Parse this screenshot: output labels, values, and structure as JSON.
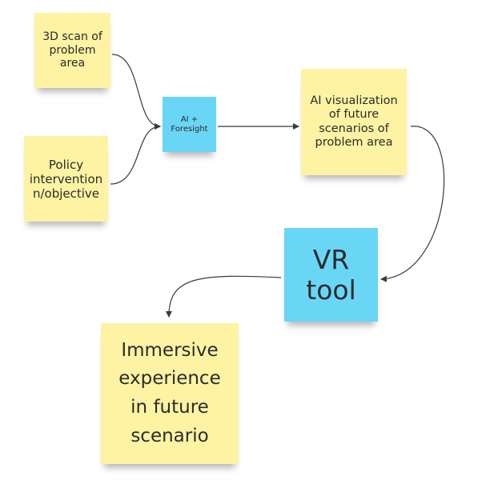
{
  "diagram": {
    "notes": {
      "scan": "3D scan of\nproblem\narea",
      "policy": "Policy\nintervention\nn/objective",
      "ai": "AI +\nForesight",
      "visualization": "AI visualization\nof future\nscenarios of\nproblem area",
      "vr": "VR\ntool",
      "immersive": "Immersive\nexperience\nin future\nscenario"
    },
    "colors": {
      "yellow_note": "#fdf3a3",
      "blue_note": "#69d6f6",
      "connector": "#3a3a3a"
    }
  }
}
